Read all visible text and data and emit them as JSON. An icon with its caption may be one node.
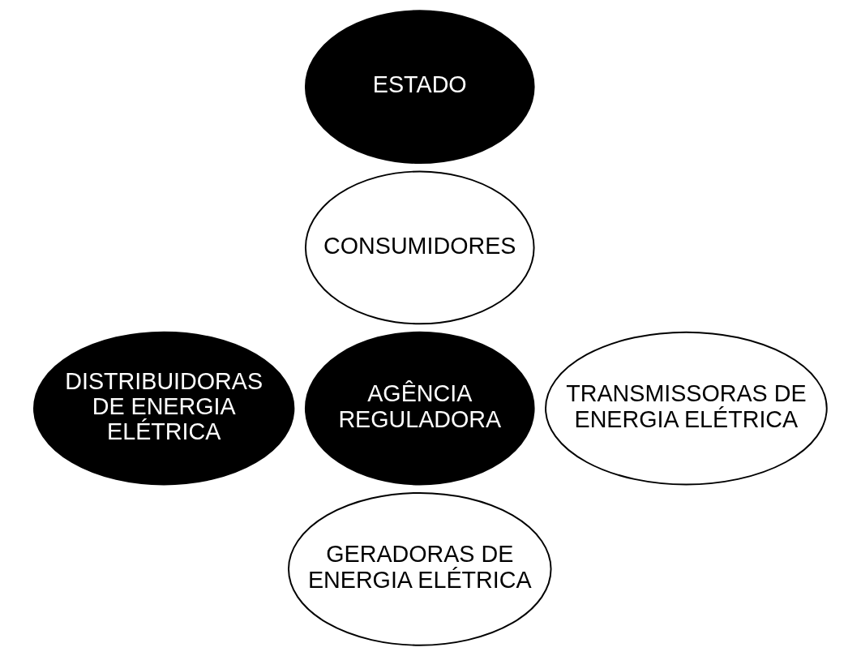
{
  "diagram": {
    "nodes": [
      {
        "text": [
          "ESTADO"
        ]
      },
      {
        "text": [
          "CONSUMIDORES"
        ]
      },
      {
        "text": [
          "DISTRIBUIDORAS DE ENERGIA ELÉTRICA"
        ]
      },
      {
        "text": [
          "AGÊNCIA REGULADORA"
        ]
      },
      {
        "text": [
          "TRANSMISSORAS DE ENERGIA ELÉTRICA"
        ]
      },
      {
        "text": [
          "GERADORAS DE ENERGIA ELÉTRICA"
        ]
      }
    ],
    "edges": []
  }
}
